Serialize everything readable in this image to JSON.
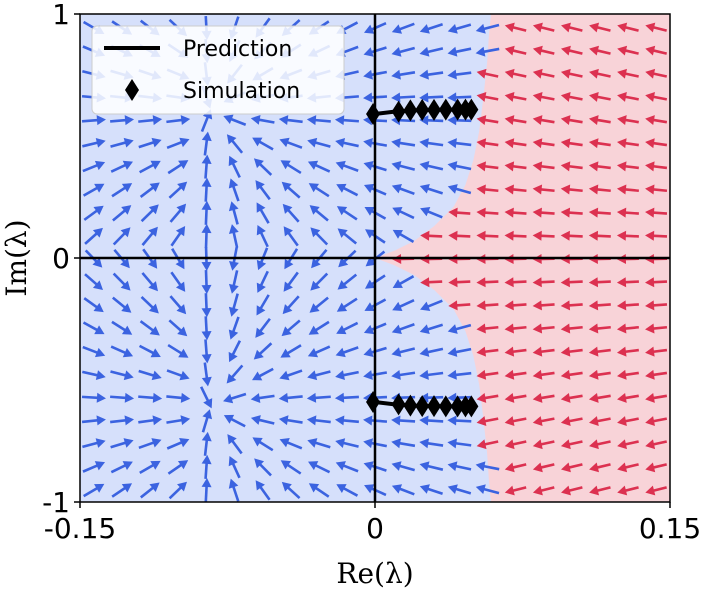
{
  "chart_data": {
    "type": "scatter",
    "title": "",
    "xlabel": "Re(λ)",
    "ylabel": "Im(λ)",
    "xlim": [
      -0.15,
      0.15
    ],
    "ylim": [
      -1,
      1
    ],
    "xticks": [
      {
        "value": -0.15,
        "label": "-0.15"
      },
      {
        "value": 0,
        "label": "0"
      },
      {
        "value": 0.15,
        "label": "0.15"
      }
    ],
    "yticks": [
      {
        "value": -1,
        "label": "-1"
      },
      {
        "value": 0,
        "label": "0"
      },
      {
        "value": 1,
        "label": "1"
      }
    ],
    "grid": false,
    "legend_position": "top-left",
    "legend": [
      {
        "label": "Prediction",
        "marker": "line"
      },
      {
        "label": "Simulation",
        "marker": "diamond"
      }
    ],
    "colors": {
      "stable_region": "#d6e0fb",
      "unstable_region": "#f8d3d8",
      "stable_arrow": "#3b63e0",
      "unstable_arrow": "#dc3150",
      "prediction": "#000000",
      "simulation": "#000000"
    },
    "boundary_curve": [
      [
        0.0,
        0.0
      ],
      [
        0.01,
        0.03
      ],
      [
        0.02,
        0.07
      ],
      [
        0.03,
        0.13
      ],
      [
        0.04,
        0.21
      ],
      [
        0.046,
        0.3
      ],
      [
        0.05,
        0.4
      ],
      [
        0.053,
        0.52
      ],
      [
        0.055,
        0.65
      ],
      [
        0.057,
        0.8
      ],
      [
        0.058,
        0.92
      ],
      [
        0.059,
        1.0
      ]
    ],
    "series": [
      {
        "name": "Prediction",
        "branches": [
          [
            [
              0.0,
              0.59
            ],
            [
              0.01,
              0.6
            ],
            [
              0.02,
              0.605
            ],
            [
              0.03,
              0.607
            ],
            [
              0.04,
              0.608
            ],
            [
              0.05,
              0.608
            ]
          ],
          [
            [
              0.0,
              -0.59
            ],
            [
              0.01,
              -0.6
            ],
            [
              0.02,
              -0.605
            ],
            [
              0.03,
              -0.607
            ],
            [
              0.04,
              -0.608
            ],
            [
              0.05,
              -0.608
            ]
          ]
        ]
      },
      {
        "name": "Simulation",
        "points": [
          [
            -0.001,
            0.59
          ],
          [
            0.012,
            0.6
          ],
          [
            0.018,
            0.605
          ],
          [
            0.024,
            0.607
          ],
          [
            0.03,
            0.607
          ],
          [
            0.036,
            0.608
          ],
          [
            0.042,
            0.608
          ],
          [
            0.046,
            0.608
          ],
          [
            0.049,
            0.608
          ],
          [
            -0.001,
            -0.59
          ],
          [
            0.012,
            -0.6
          ],
          [
            0.018,
            -0.605
          ],
          [
            0.024,
            -0.607
          ],
          [
            0.03,
            -0.607
          ],
          [
            0.036,
            -0.608
          ],
          [
            0.042,
            -0.608
          ],
          [
            0.046,
            -0.608
          ],
          [
            0.049,
            -0.608
          ]
        ]
      }
    ]
  }
}
